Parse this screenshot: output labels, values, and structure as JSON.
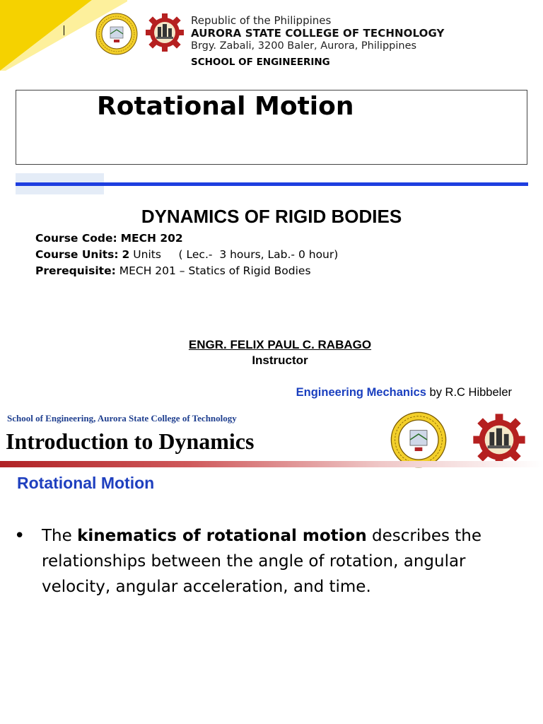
{
  "colors": {
    "accent_yellow": "#f5d200",
    "blue_bar": "#1e3ee0",
    "book_title_blue": "#1a3fbf",
    "slide2_school_blue": "#1f3f8f",
    "slide2_subtitle_blue": "#1f40bf",
    "slide2_bar_red": "#b02225"
  },
  "header": {
    "line1": "Republic of the Philippines",
    "line2": "AURORA  STATE COLLEGE OF TECHNOLOGY",
    "line3": "Brgy. Zabali, 3200 Baler, Aurora, Philippines",
    "school": "SCHOOL OF ENGINEERING"
  },
  "slide1": {
    "title": "Rotational Motion",
    "course_title": "DYNAMICS OF RIGID BODIES",
    "course_code_label": "Course Code:",
    "course_code_value": "MECH 202",
    "units_label": "Course Units:",
    "units_value": "2",
    "units_rest": "Units     ( Lec.-  3 hours, Lab.- 0 hour)",
    "prereq_label": "Prerequisite:",
    "prereq_value": "MECH 201 – Statics of Rigid Bodies",
    "instructor_name": "ENGR. FELIX PAUL C. RABAGO",
    "instructor_role": "Instructor",
    "book_title": "Engineering Mechanics",
    "book_author": "by R.C Hibbeler"
  },
  "slide2": {
    "school": "School of Engineering, Aurora State College of Technology",
    "title": "Introduction to Dynamics",
    "subtitle": "Rotational Motion",
    "bullet": {
      "symbol": "•",
      "pre": "The ",
      "strong": "kinematics of rotational motion",
      "post": " describes the relationships between the angle of rotation, angular velocity, angular acceleration, and time."
    }
  },
  "icons": [
    "college-seal-icon",
    "engineering-gear-icon"
  ]
}
